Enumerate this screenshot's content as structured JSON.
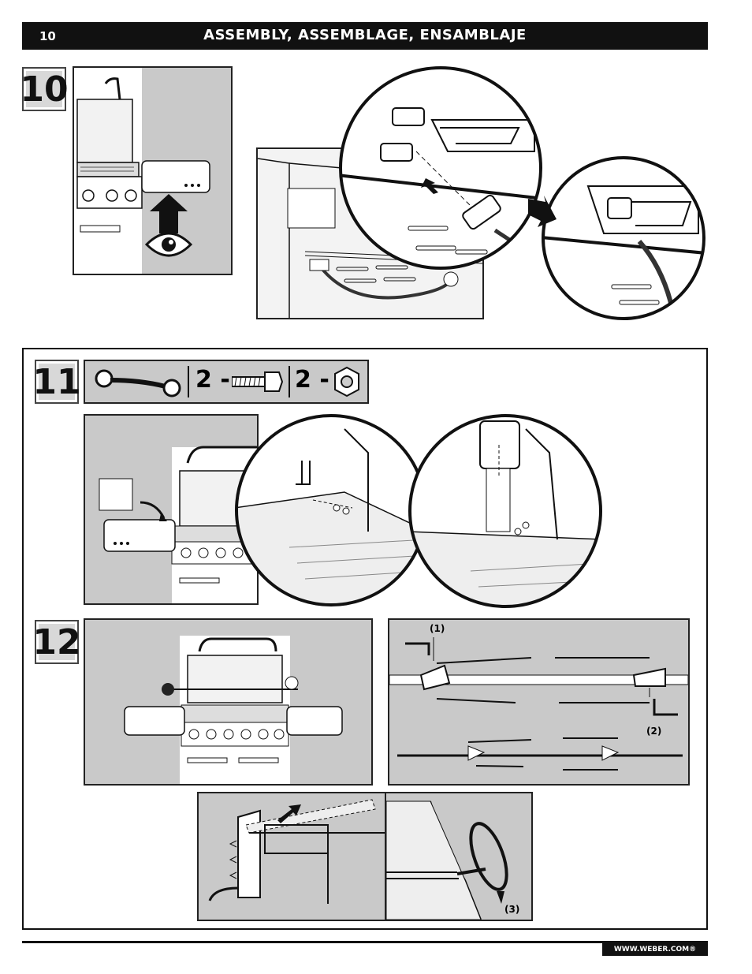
{
  "header": {
    "page_number": "10",
    "title": "ASSEMBLY, ASSEMBLAGE, ENSAMBLAJE"
  },
  "steps": {
    "step10": {
      "number": "10"
    },
    "step11": {
      "number": "11",
      "hardware": {
        "bolt_count": "2 -",
        "nut_count": "2 -"
      }
    },
    "step12": {
      "number": "12",
      "callouts": [
        "(1)",
        "(2)",
        "(3)"
      ]
    }
  },
  "footer": {
    "website": "WWW.WEBER.COM®"
  },
  "icons": [
    "eye-icon",
    "arrow-up-icon",
    "wrench-icon",
    "bolt-icon",
    "nut-icon",
    "arrow-right-icon"
  ]
}
